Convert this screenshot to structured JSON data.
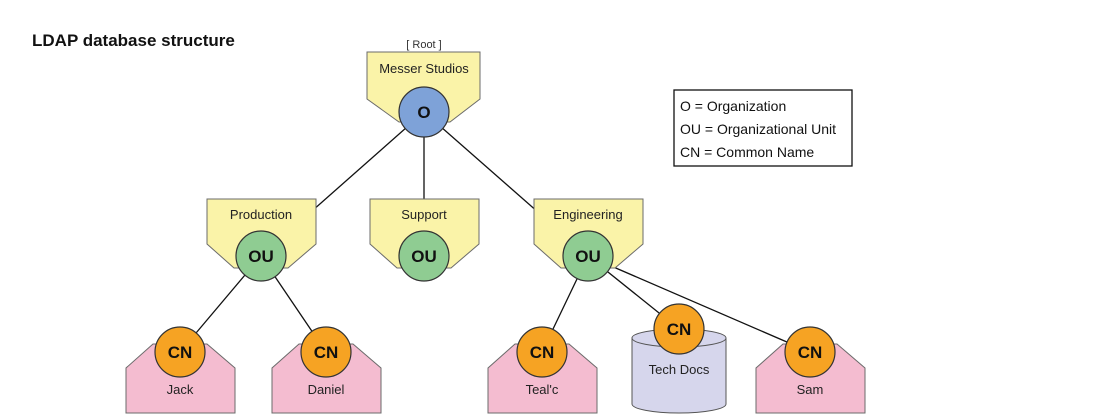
{
  "title": "LDAP database structure",
  "root": {
    "tag": "[ Root ]",
    "label": "Messer Studios",
    "type": "O"
  },
  "ous": [
    {
      "label": "Production",
      "type": "OU"
    },
    {
      "label": "Support",
      "type": "OU"
    },
    {
      "label": "Engineering",
      "type": "OU"
    }
  ],
  "cns": [
    {
      "label": "Jack",
      "type": "CN"
    },
    {
      "label": "Daniel",
      "type": "CN"
    },
    {
      "label": "Teal'c",
      "type": "CN"
    },
    {
      "label": "Tech Docs",
      "type": "CN"
    },
    {
      "label": "Sam",
      "type": "CN"
    }
  ],
  "legend": [
    "O = Organization",
    "OU = Organizational Unit",
    "CN = Common Name"
  ],
  "colors": {
    "yellow_box": "#faf3a8",
    "pink_box": "#f4bcd0",
    "cylinder": "#d6d6ec",
    "org_circle": "#7ea2d8",
    "ou_circle": "#8fcc92",
    "cn_circle": "#f6a323"
  }
}
